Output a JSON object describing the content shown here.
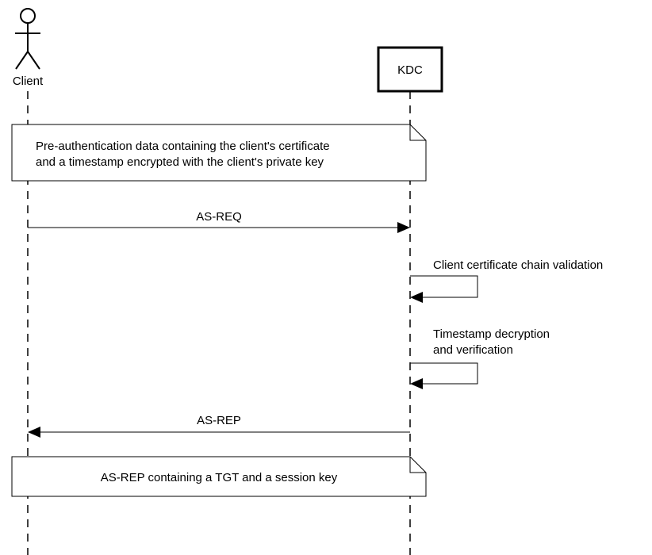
{
  "participants": {
    "client": {
      "label": "Client"
    },
    "kdc": {
      "label": "KDC"
    }
  },
  "notes": {
    "pre_auth": {
      "lines": [
        "Pre-authentication data containing the client's certificate",
        "and a timestamp encrypted with the client's private key"
      ]
    },
    "as_rep_note": {
      "lines": [
        "AS-REP containing a TGT and a session key"
      ]
    }
  },
  "messages": {
    "as_req": {
      "label": "AS-REQ"
    },
    "cert_validation": {
      "lines": [
        "Client certificate chain validation"
      ]
    },
    "timestamp_check": {
      "lines": [
        "Timestamp decryption",
        "and verification"
      ]
    },
    "as_rep": {
      "label": "AS-REP"
    }
  }
}
